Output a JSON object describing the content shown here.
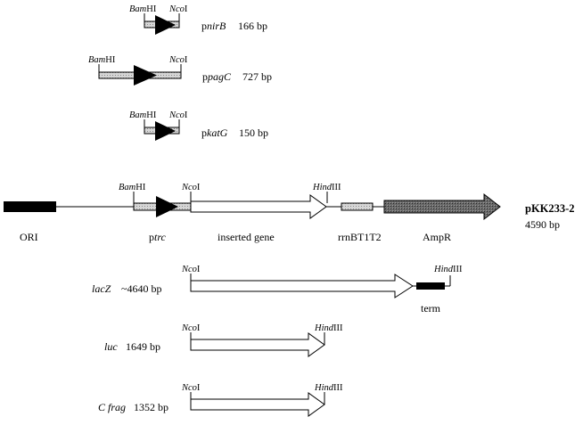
{
  "promoters": {
    "nirB": {
      "site_left": "Bam",
      "site_left_suffix": "HI",
      "site_right": "Nco",
      "site_right_suffix": "I",
      "name_prefix": "p",
      "name_gene": "nirB",
      "size": "166 bp"
    },
    "pagC": {
      "site_left": "Bam",
      "site_left_suffix": "HI",
      "site_right": "Nco",
      "site_right_suffix": "I",
      "name_prefix": "p",
      "name_gene": "pagC",
      "size": "727 bp"
    },
    "katG": {
      "site_left": "Bam",
      "site_left_suffix": "HI",
      "site_right": "Nco",
      "site_right_suffix": "I",
      "name_prefix": "p",
      "name_gene": "katG",
      "size": "150 bp"
    }
  },
  "plasmid": {
    "name": "pKK233-2",
    "size": "4590 bp",
    "site_bam": "Bam",
    "site_bam_suffix": "HI",
    "site_nco": "Nco",
    "site_nco_suffix": "I",
    "site_hind": "Hind",
    "site_hind_suffix": "III",
    "ori": "ORI",
    "ptrc_prefix": "p",
    "ptrc_gene": "trc",
    "inserted_gene": "inserted gene",
    "terminator": "rrnBT1T2",
    "ampr": "AmpR"
  },
  "inserts": {
    "lacZ": {
      "name": "lacZ",
      "size": "~4640 bp",
      "site_nco": "Nco",
      "site_nco_suffix": "I",
      "site_hind": "Hind",
      "site_hind_suffix": "III",
      "term": "term"
    },
    "luc": {
      "name": "luc",
      "size": "1649 bp",
      "site_nco": "Nco",
      "site_nco_suffix": "I",
      "site_hind": "Hind",
      "site_hind_suffix": "III"
    },
    "cfrag": {
      "name": "C frag",
      "size": "1352 bp",
      "site_nco": "Nco",
      "site_nco_suffix": "I",
      "site_hind": "Hind",
      "site_hind_suffix": "III"
    }
  },
  "colors": {
    "stipple": "#c8c8c8",
    "ampr_fill": "#5a5a5a",
    "solid": "#000000"
  }
}
